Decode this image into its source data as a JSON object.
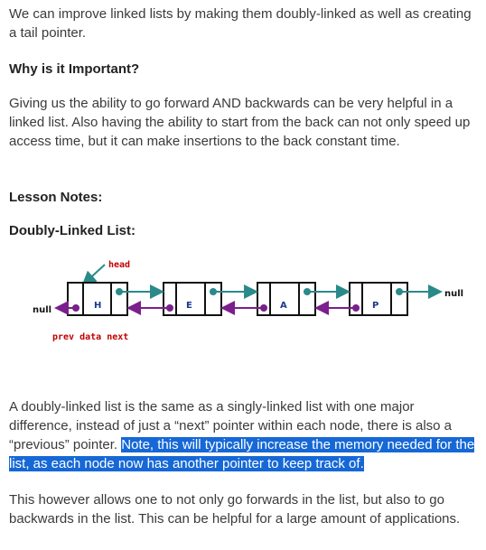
{
  "intro": "We can improve linked lists by making them doubly-linked as well as creating a tail pointer.",
  "why_heading": "Why is it Important?",
  "why_body": "Giving us the ability to go forward AND backwards can be very helpful in a linked list. Also having the ability to start from the back can not only speed up access time, but it can make insertions to the back constant time.",
  "lesson_heading": "Lesson Notes:",
  "dll_heading": "Doubly-Linked List:",
  "diagram": {
    "head_label": "head",
    "null_left": "null",
    "null_right": "null",
    "field_labels": "prev data next",
    "nodes": [
      "H",
      "E",
      "A",
      "P"
    ],
    "colors": {
      "next_arrow": "#2a8a8a",
      "prev_arrow": "#7a1f8c",
      "label_red": "#c00000"
    }
  },
  "para1_plain": "A doubly-linked list is the same as a singly-linked list with one major difference, instead of just a “next” pointer within each node, there is also a “previous” pointer. ",
  "para1_highlight": "Note, this will typically increase the memory needed for the list, as each node now has another pointer to keep track of.",
  "para2": "This however allows one to not only go forwards in the list, but also to go backwards in the list. This can be helpful for a large amount of applications."
}
